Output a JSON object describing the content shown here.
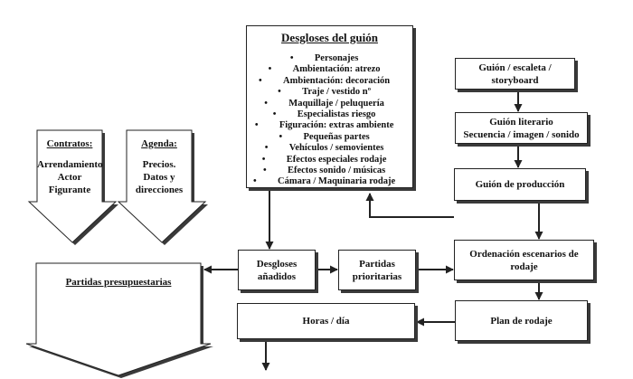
{
  "desgloses": {
    "title": "Desgloses del guión",
    "items": [
      "Personajes",
      "Ambientación: atrezo",
      "Ambientación: decoración",
      "Traje / vestido nº",
      "Maquillaje / peluquería",
      "Especialistas riesgo",
      "Figuración: extras ambiente",
      "Pequeñas partes",
      "Vehículos / semovientes",
      "Efectos especiales rodaje",
      "Efectos sonido / músicas",
      "Cámara / Maquinaria rodaje"
    ]
  },
  "guion_escaleta": {
    "line1": "Guión / escaleta /",
    "line2": "storyboard"
  },
  "guion_literario": {
    "line1": "Guión literario",
    "line2": "Secuencia / imagen / sonido"
  },
  "guion_produccion": {
    "label": "Guión de producción"
  },
  "ordenacion": {
    "line1": "Ordenación escenarios de",
    "line2": "rodaje"
  },
  "plan_rodaje": {
    "label": "Plan de rodaje"
  },
  "horas_dia": {
    "label": "Horas / día"
  },
  "desgloses_anadidos": {
    "line1": "Desgloses",
    "line2": "añadidos"
  },
  "partidas_prioritarias": {
    "line1": "Partidas",
    "line2": "prioritarias"
  },
  "partidas_presupuestarias": {
    "label": "Partidas presupuestarias"
  },
  "contratos": {
    "title": "Contratos:",
    "line1": "Arrendamiento",
    "line2": "Actor",
    "line3": "Figurante"
  },
  "agenda": {
    "title": "Agenda:",
    "line1": "Precios.",
    "line2": "Datos y",
    "line3": "direcciones"
  },
  "colors": {
    "stroke": "#222222",
    "shadow": "#3a3a3a",
    "fill": "#ffffff",
    "text": "#111111"
  }
}
